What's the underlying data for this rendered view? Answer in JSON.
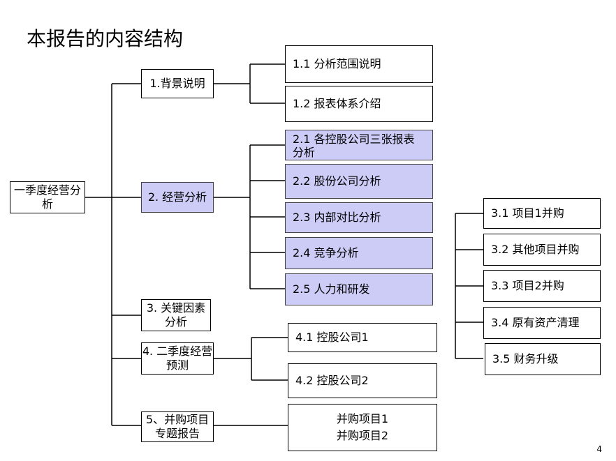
{
  "title": "本报告的内容结构",
  "page_number": "4",
  "root": "一季度经营分析",
  "sections": {
    "s1": "1.背景说明",
    "s2": "2. 经营分析",
    "s3": "3. 关键因素分析",
    "s4": "4. 二季度经营预测",
    "s5": "5、并购项目专题报告"
  },
  "items": {
    "i1_1": "1.1  分析范围说明",
    "i1_2": "1.2  报表体系介绍",
    "i2_1": "2.1  各控股公司三张报表分析",
    "i2_2": "2.2  股份公司分析",
    "i2_3": "2.3 内部对比分析",
    "i2_4": "2.4 竞争分析",
    "i2_5": "2.5 人力和研发",
    "i3_1": "3.1  项目1并购",
    "i3_2": "3.2  其他项目并购",
    "i3_3": "3.3   项目2并购",
    "i3_4": "3.4  原有资产清理",
    "i3_5": "3.5  财务升级",
    "i4_1": "4.1  控股公司1",
    "i4_2": "4.2   控股公司2",
    "i5_1": "并购项目1",
    "i5_2": "并购项目2"
  },
  "colors": {
    "highlight": "#ccccf7",
    "line": "#000000"
  }
}
